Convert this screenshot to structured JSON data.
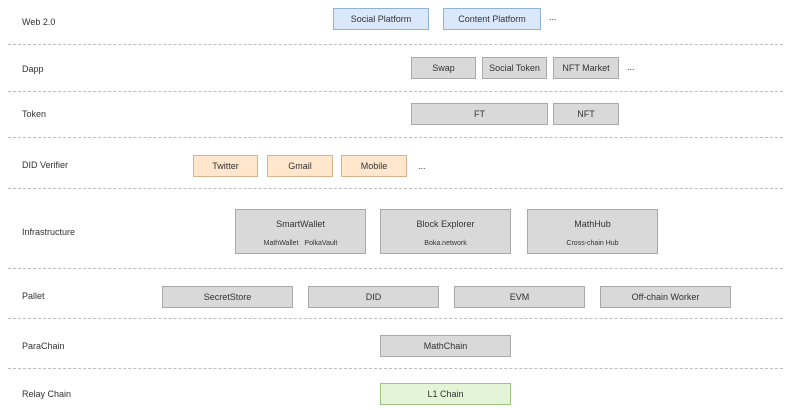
{
  "layers": {
    "web2": "Web 2.0",
    "dapp": "Dapp",
    "token": "Token",
    "did_verifier": "DID Verifier",
    "infrastructure": "Infrastructure",
    "pallet": "Pallet",
    "parachain": "ParaChain",
    "relay_chain": "Relay Chain"
  },
  "web2": {
    "social_platform": "Social Platform",
    "content_platform": "Content Platform",
    "more": "..."
  },
  "dapp": {
    "swap": "Swap",
    "social_token": "Social Token",
    "nft_market": "NFT Market",
    "more": "..."
  },
  "token": {
    "ft": "FT",
    "nft": "NFT"
  },
  "did_verifier": {
    "twitter": "Twitter",
    "gmail": "Gmail",
    "mobile": "Mobile",
    "more": "..."
  },
  "infrastructure": {
    "smartwallet": {
      "title": "SmartWallet",
      "sub1": "MathWallet",
      "sub2": "PolkaVault"
    },
    "block_explorer": {
      "title": "Block Explorer",
      "sub1": "Boka.network"
    },
    "mathhub": {
      "title": "MathHub",
      "sub1": "Cross-chain Hub"
    }
  },
  "pallet": {
    "secretstore": "SecretStore",
    "did": "DID",
    "evm": "EVM",
    "offchain_worker": "Off-chain Worker"
  },
  "parachain": {
    "mathchain": "MathChain"
  },
  "relay_chain": {
    "l1_chain": "L1 Chain"
  },
  "colors": {
    "blue_fill": "#dae8fc",
    "orange_fill": "#ffe6cc",
    "green_fill": "#e3f5d6",
    "gray_fill": "#d9d9d9"
  }
}
